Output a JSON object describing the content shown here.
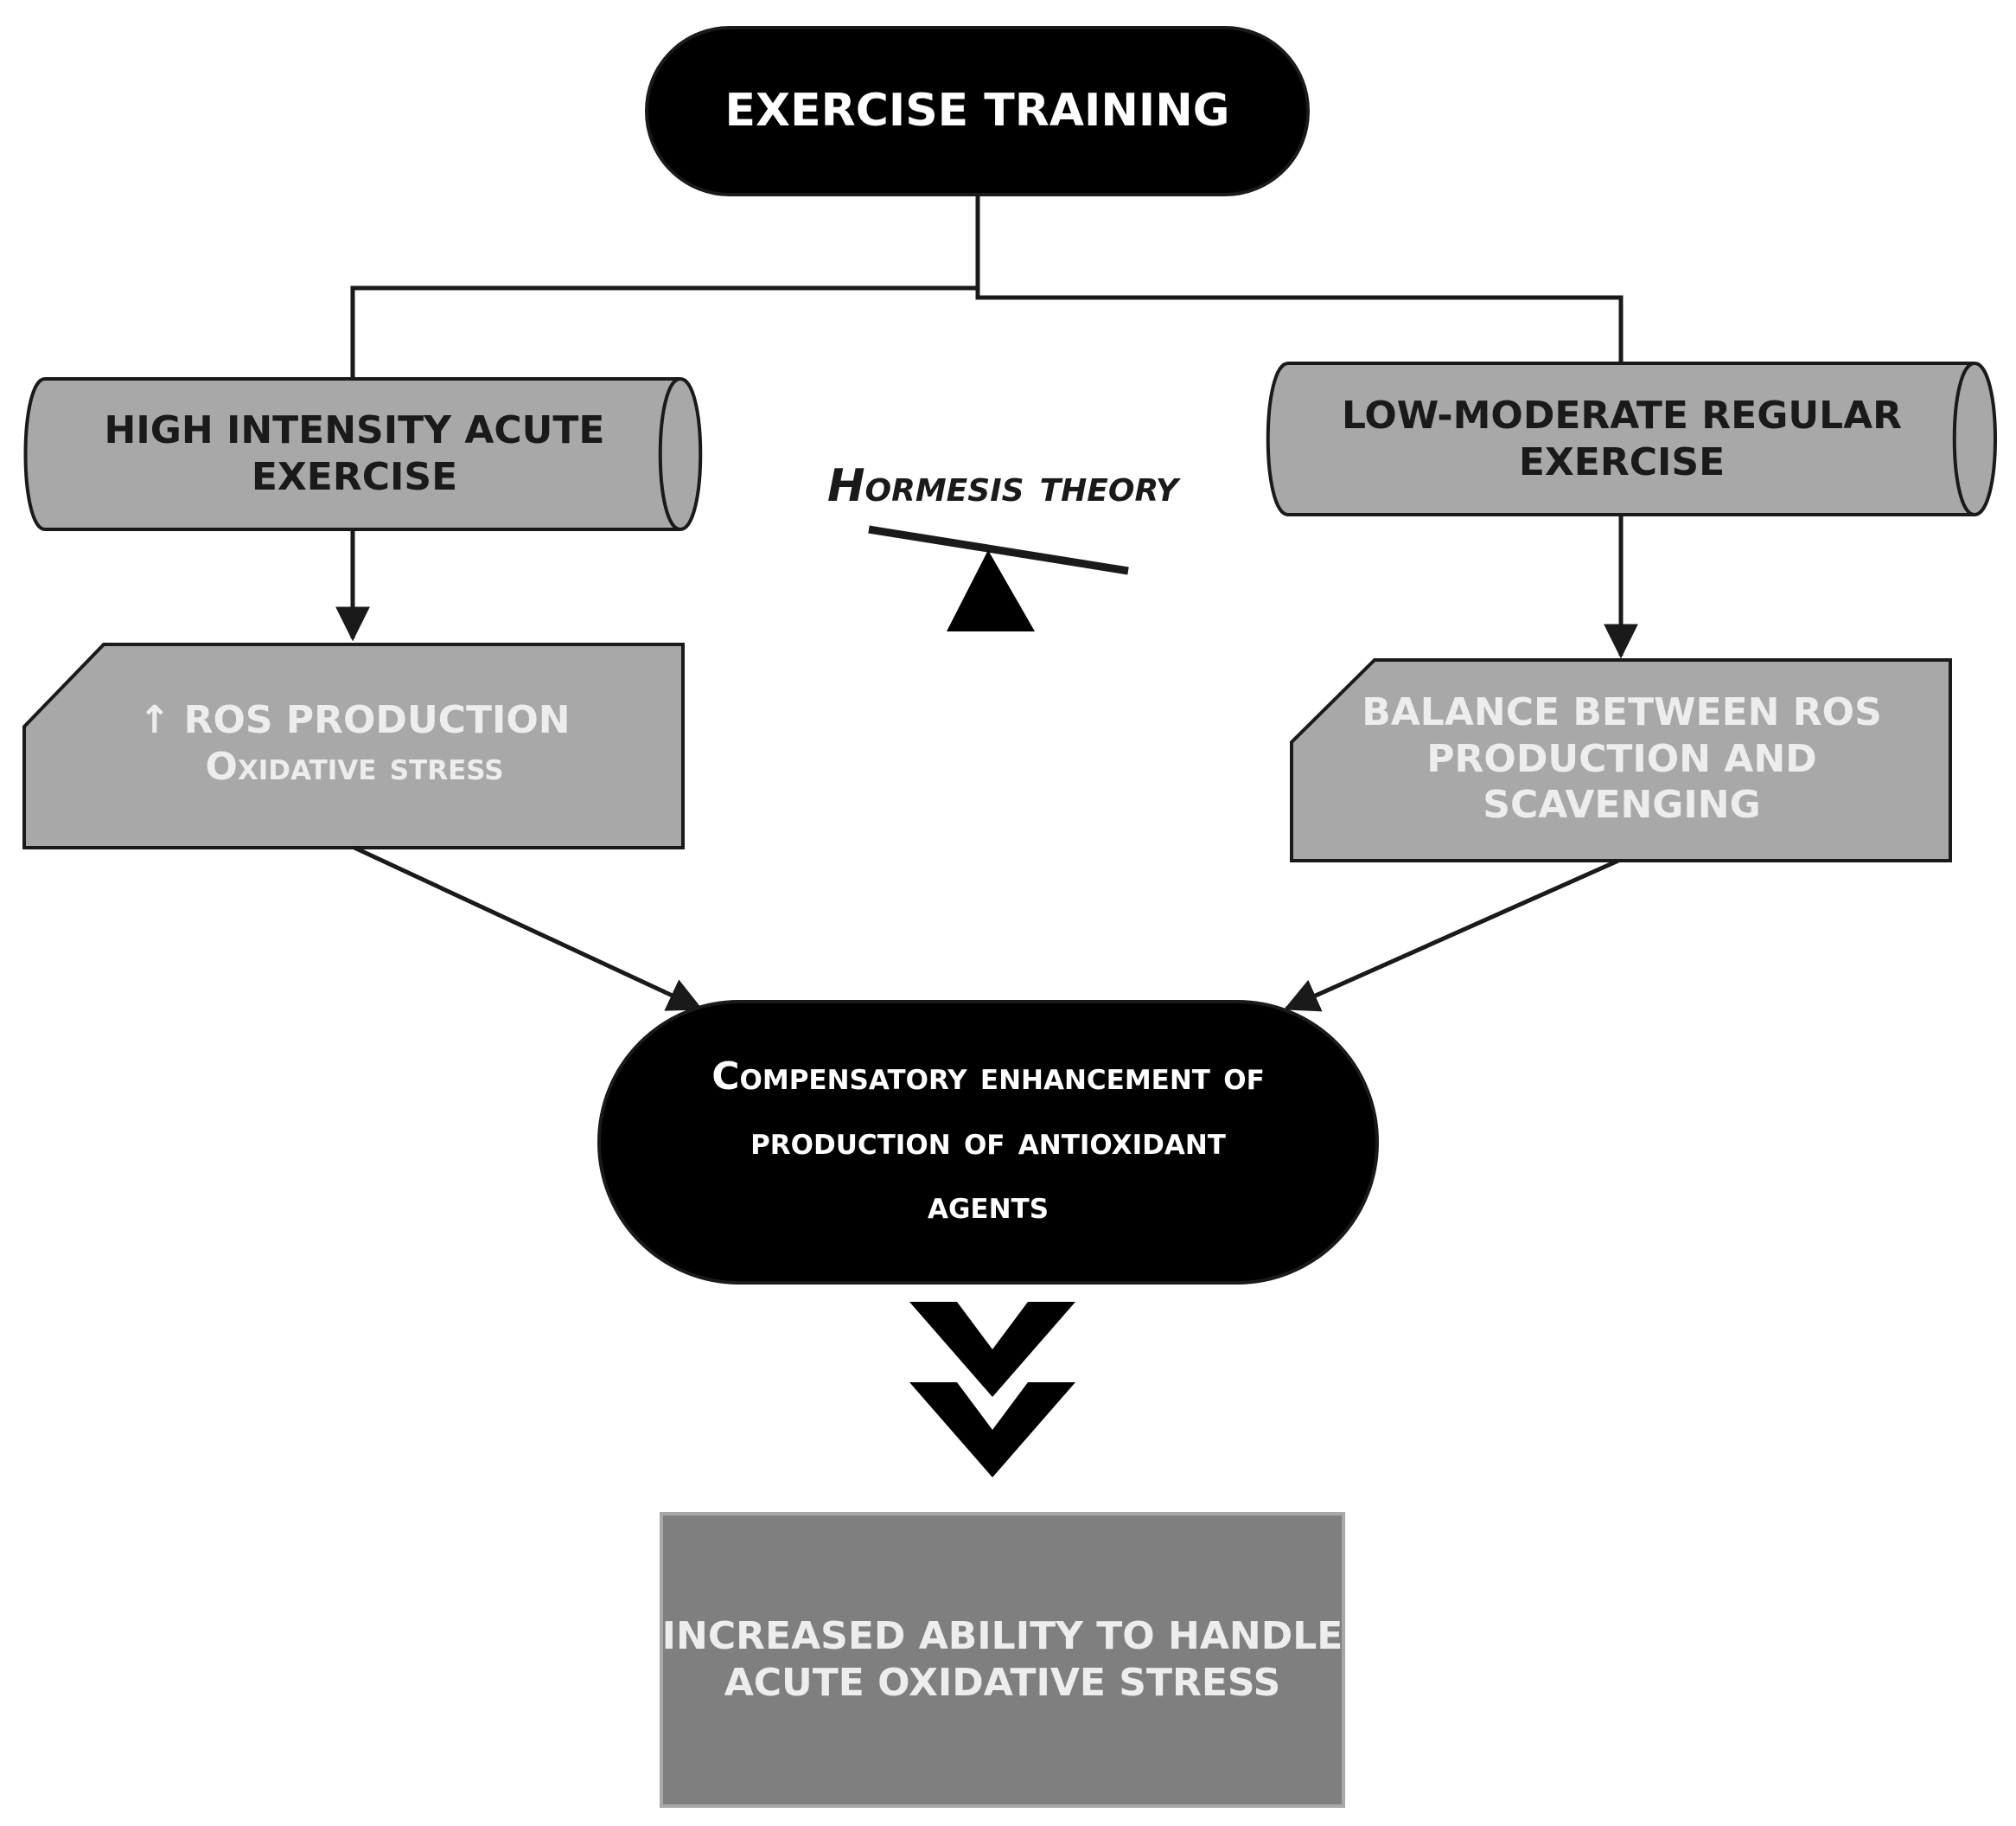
{
  "top_node": {
    "label": "EXERCISE TRAINING"
  },
  "left_branch": {
    "exercise_label_line1": "HIGH INTENSITY ACUTE",
    "exercise_label_line2": "EXERCISE",
    "effect_line1": "↑ ROS PRODUCTION",
    "effect_line2": "Oxidative stress"
  },
  "right_branch": {
    "exercise_label_line1": "LOW-MODERATE REGULAR",
    "exercise_label_line2": "EXERCISE",
    "effect_line1": "BALANCE BETWEEN ROS",
    "effect_line2": "PRODUCTION AND",
    "effect_line3": "SCAVENGING"
  },
  "center_theory": {
    "label": "Hormesis theory",
    "icon": "seesaw-balance-icon"
  },
  "middle_node": {
    "line1": "Compensatory enhancement of",
    "line2": "production of antioxidant",
    "line3": "agents"
  },
  "outcome_node": {
    "line1": "INCREASED ABILITY TO HANDLE",
    "line2": "ACUTE OXIDATIVE STRESS"
  },
  "connector_icons": {
    "main_down": "double-chevron-down-icon"
  },
  "colors": {
    "black_fill": "#000000",
    "gray_fill": "#a8a8a8",
    "dark_gray_fill": "#7f7f7f",
    "stroke": "#1a1a1a",
    "white_text": "#ffffff",
    "light_text": "#ededed"
  }
}
